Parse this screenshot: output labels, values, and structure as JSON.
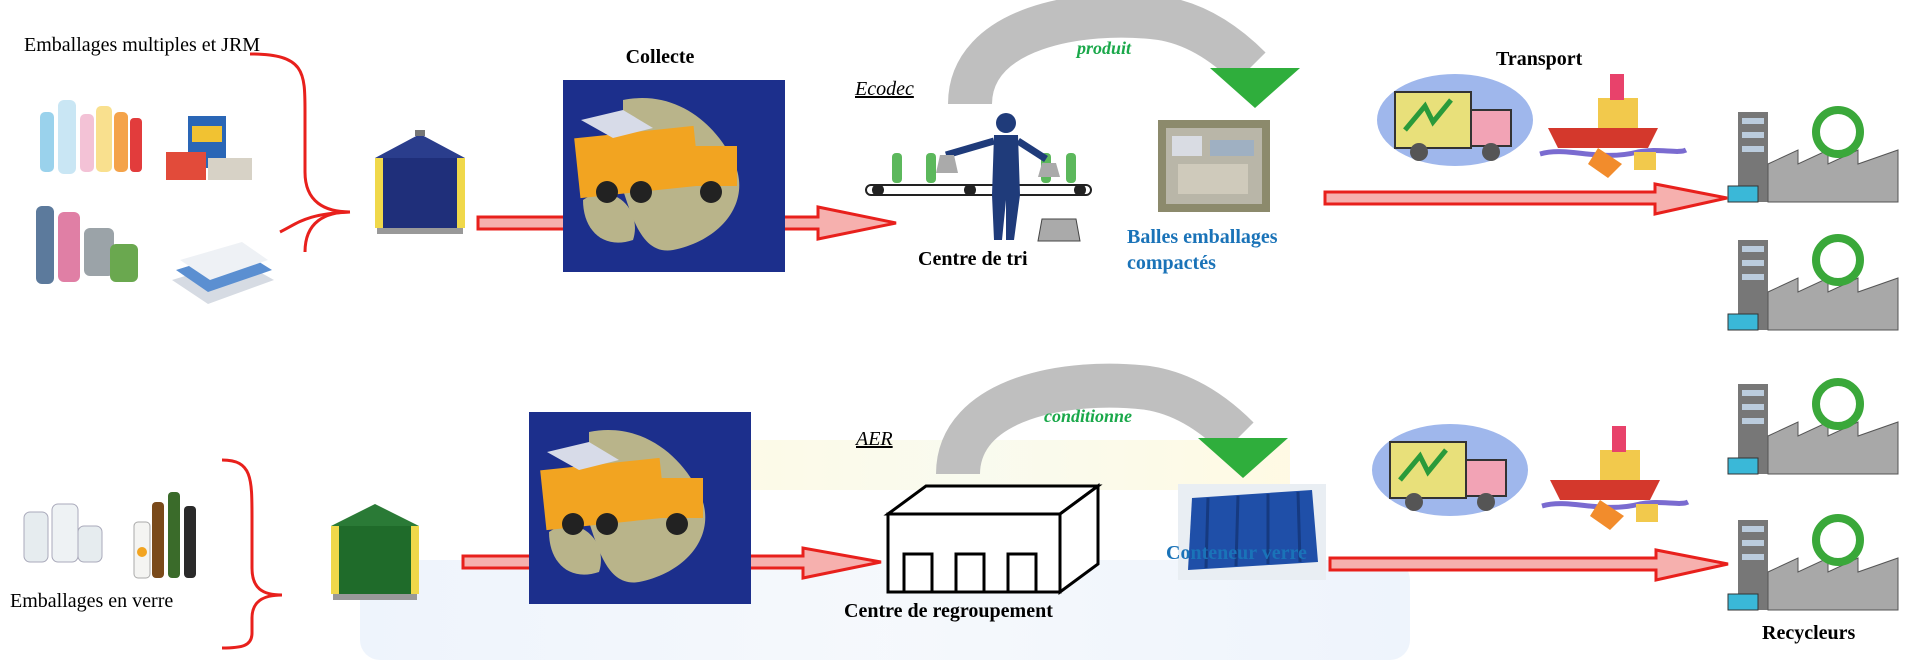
{
  "top": {
    "source_label": "Emballages multiples et JRM",
    "collecte_label": "Collecte",
    "operator_label": "Ecodec",
    "process_label": "produit",
    "centre_label": "Centre de tri",
    "output_label": "Balles emballages compactés",
    "transport_label": "Transport"
  },
  "bottom": {
    "source_label": "Emballages en verre",
    "operator_label": "AER",
    "process_label": "conditionne",
    "centre_label": "Centre de regroupement",
    "output_label": "Conteneur verre",
    "recycleurs_label": "Recycleurs"
  },
  "colors": {
    "arrow_red": "#e8201c",
    "arrow_fill": "#f6b0ae",
    "blue_text": "#1a73b8",
    "green_text": "#1aa84a",
    "bin_blue": "#1f2f7a",
    "bin_green": "#1f6b2a",
    "map_bg": "#1c2f8c",
    "watermark": "#e7eef8"
  }
}
